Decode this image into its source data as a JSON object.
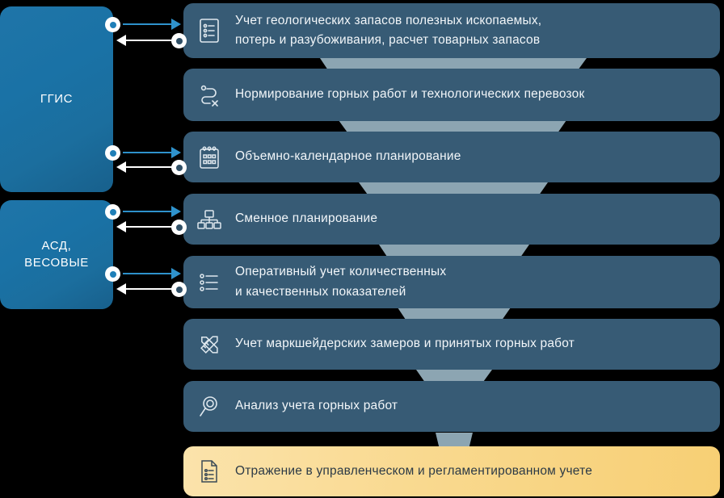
{
  "diagram": {
    "title": "Учет горных работ — воронка процессов",
    "colors": {
      "background": "#000000",
      "source_panel": "#1b72a6",
      "row": "#375b75",
      "row_accent_start": "#fbe3ab",
      "row_accent_end": "#f7cf74",
      "funnel": "#8ca5b2",
      "arrow_in": "#2f93cd",
      "arrow_out": "#ffffff",
      "node_fill": "#ffffff",
      "text_light": "#f2f6f9",
      "text_dark": "#2c3a46"
    }
  },
  "sources": [
    {
      "id": "ggis",
      "label": "ГГИС"
    },
    {
      "id": "asd",
      "label": "АСД,\nВЕСОВЫЕ"
    }
  ],
  "rows": [
    {
      "id": "row-1",
      "icon": "clipboard-list-icon",
      "text": "Учет геологических запасов полезных ископаемых,\nпотерь и разубоживания, расчет товарных запасов",
      "accent": false
    },
    {
      "id": "row-2",
      "icon": "route-path-icon",
      "text": "Нормирование горных работ и технологических перевозок",
      "accent": false
    },
    {
      "id": "row-3",
      "icon": "calendar-icon",
      "text": "Объемно-календарное планирование",
      "accent": false
    },
    {
      "id": "row-4",
      "icon": "hierarchy-icon",
      "text": "Сменное планирование",
      "accent": false
    },
    {
      "id": "row-5",
      "icon": "bullet-list-icon",
      "text": "Оперативный учет количественных\nи качественных показателей",
      "accent": false
    },
    {
      "id": "row-6",
      "icon": "ruler-pencil-icon",
      "text": "Учет маркшейдерских замеров и принятых горных работ",
      "accent": false
    },
    {
      "id": "row-7",
      "icon": "magnifier-icon",
      "text": "Анализ учета горных работ",
      "accent": false
    },
    {
      "id": "row-8",
      "icon": "document-check-icon",
      "text": "Отражение в управленческом и регламентированном учете",
      "accent": true
    }
  ],
  "connections": [
    {
      "id": "conn-ggis-row1",
      "source": "ggis",
      "target": "row-1",
      "in_direction": "to-row",
      "out_direction": "to-source"
    },
    {
      "id": "conn-ggis-row3",
      "source": "ggis",
      "target": "row-3",
      "in_direction": "to-row",
      "out_direction": "to-source"
    },
    {
      "id": "conn-asd-row4",
      "source": "asd",
      "target": "row-4",
      "in_direction": "to-row",
      "out_direction": "to-source"
    },
    {
      "id": "conn-asd-row5",
      "source": "asd",
      "target": "row-5",
      "in_direction": "to-row",
      "out_direction": "to-source"
    }
  ]
}
